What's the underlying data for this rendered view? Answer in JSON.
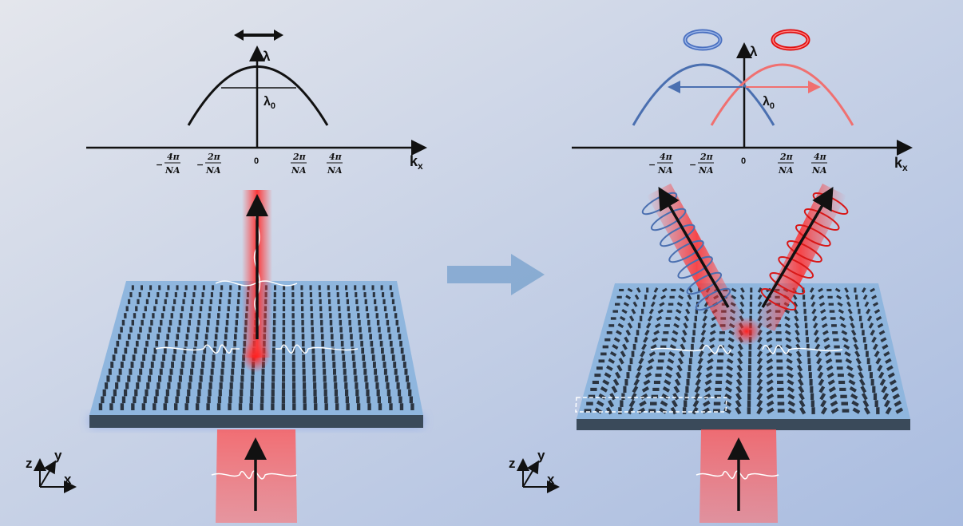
{
  "left_panel": {
    "y_axis_label": "λ",
    "x_axis_label": "k",
    "x_axis_subscript": "x",
    "center_label": "λ",
    "center_subscript": "0",
    "ticks": [
      {
        "sign": "−",
        "num": "4π",
        "den": "NA"
      },
      {
        "sign": "−",
        "num": "2π",
        "den": "NA"
      },
      {
        "sign": "",
        "num": "0",
        "den": ""
      },
      {
        "sign": "",
        "num": "2π",
        "den": "NA"
      },
      {
        "sign": "",
        "num": "4π",
        "den": "NA"
      }
    ],
    "coord_labels": {
      "z": "z",
      "y": "y",
      "x": "x"
    }
  },
  "right_panel": {
    "y_axis_label": "λ",
    "x_axis_label": "k",
    "x_axis_subscript": "x",
    "center_label": "λ",
    "center_subscript": "0",
    "ticks": [
      {
        "sign": "−",
        "num": "4π",
        "den": "NA"
      },
      {
        "sign": "−",
        "num": "2π",
        "den": "NA"
      },
      {
        "sign": "",
        "num": "0",
        "den": ""
      },
      {
        "sign": "",
        "num": "2π",
        "den": "NA"
      },
      {
        "sign": "",
        "num": "4π",
        "den": "NA"
      }
    ],
    "coord_labels": {
      "z": "z",
      "y": "y",
      "x": "x"
    }
  },
  "colors": {
    "blue_branch": "#4a6fb0",
    "red_branch": "#f07070",
    "beam_red": "#ff3b3b",
    "slab_top": "#8fb6de",
    "slab_side": "#3a4a5a",
    "transition_arrow": "#7fa6cf"
  }
}
